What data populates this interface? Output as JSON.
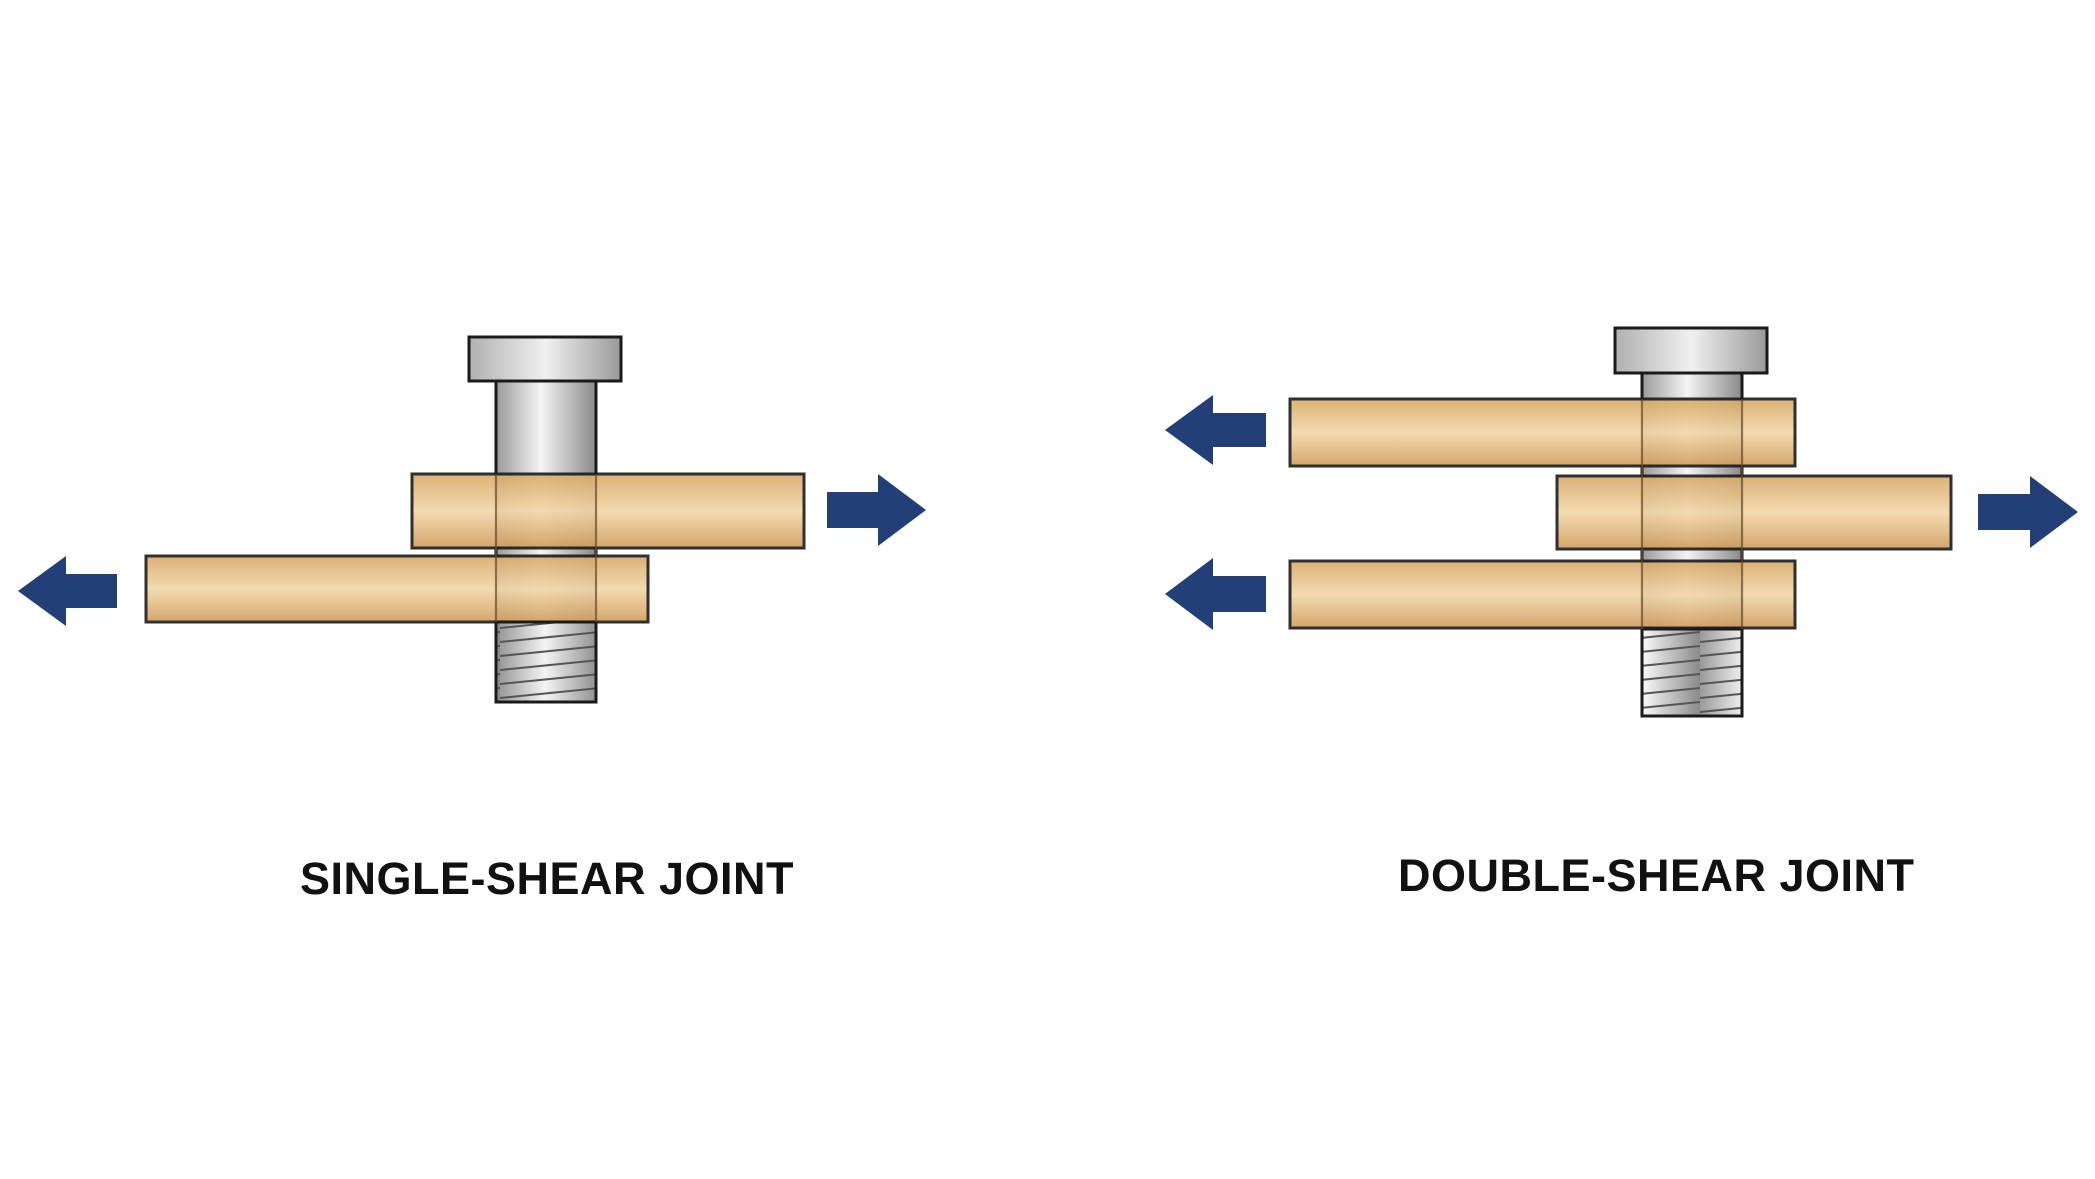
{
  "diagrams": [
    {
      "id": "single",
      "caption": "SINGLE-SHEAR JOINT",
      "plates": 2,
      "force_arrows": [
        "left",
        "right"
      ]
    },
    {
      "id": "double",
      "caption": "DOUBLE-SHEAR JOINT",
      "plates": 3,
      "force_arrows": [
        "left",
        "right",
        "left"
      ]
    }
  ],
  "colors": {
    "arrow": "#233f78",
    "plate_mid": "#f3d7a8",
    "plate_edge": "#cf9d5c",
    "steel_light": "#f2f2f2",
    "steel_dark": "#8c8c8c",
    "outline": "#1a1a1a"
  }
}
